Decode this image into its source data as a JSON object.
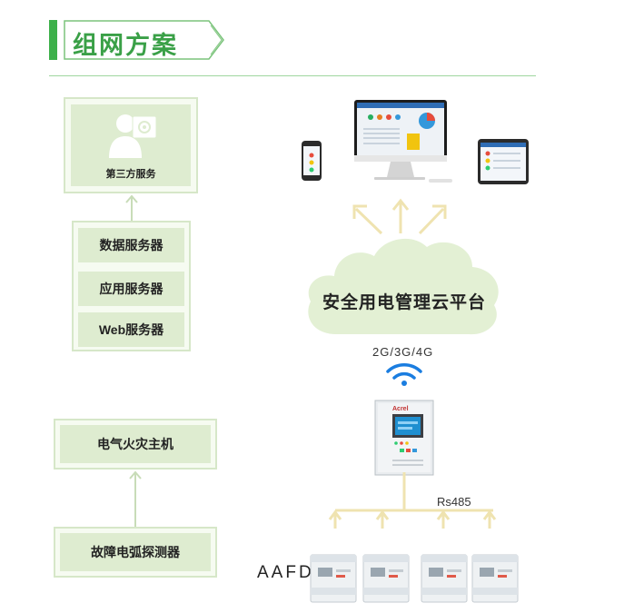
{
  "header": {
    "title": "组网方案"
  },
  "left_stack": {
    "third_party": "第三方服务",
    "servers": [
      "数据服务器",
      "应用服务器",
      "Web服务器"
    ]
  },
  "fire_system": {
    "host": "电气火灾主机",
    "detector": "故障电弧探测器"
  },
  "cloud": {
    "label": "安全用电管理云平台"
  },
  "network": {
    "label": "2G/3G/4G"
  },
  "bus": {
    "label": "Rs485"
  },
  "device": {
    "label": "AAFD",
    "brand": "Acrel"
  },
  "colors": {
    "accent": "#3db04a",
    "panel": "#deecd0",
    "arrow": "#f5ecc2",
    "cloud": "#e3f0d4",
    "wifi": "#1a7de0"
  }
}
